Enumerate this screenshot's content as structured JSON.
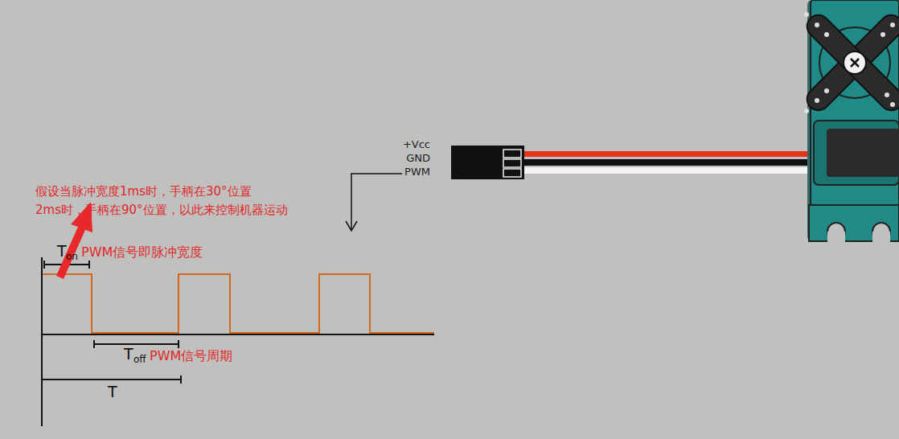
{
  "diagram": {
    "labels": [
      "+Vcc",
      "GND",
      "PWM",
      "假设当脉冲宽度1ms时，手柄在30°位置",
      "2ms时，手柄在90°位置，以此来控制机器运动",
      "T",
      "on",
      "PWM信号即脉冲宽度",
      "T",
      "off",
      "PWM信号周期",
      "T"
    ]
  }
}
